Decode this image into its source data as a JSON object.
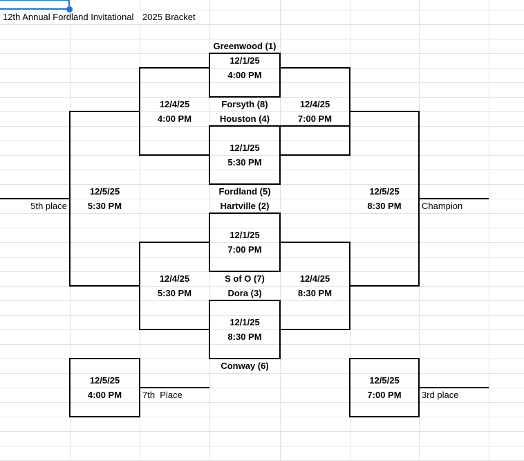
{
  "app": {
    "kind": "spreadsheet",
    "selection": {
      "cell": "A1"
    },
    "accent_color": "#1a73e8",
    "gridline_color": "#e1e1e1",
    "line_color": "#000000"
  },
  "cells": [
    {
      "ref": "A2",
      "col": "A",
      "row": 2,
      "text": "12th Annual Fordland Invitational",
      "bold": false,
      "align": "left",
      "span": 2,
      "bg": true
    },
    {
      "ref": "C2",
      "col": "C",
      "row": 2,
      "text": "2025 Bracket",
      "bold": false,
      "align": "left"
    },
    {
      "ref": "D4",
      "col": "D",
      "row": 4,
      "text": "Greenwood (1)",
      "bold": true,
      "align": "center"
    },
    {
      "ref": "D5",
      "col": "D",
      "row": 5,
      "text": "12/1/25",
      "bold": true,
      "align": "center"
    },
    {
      "ref": "D6",
      "col": "D",
      "row": 6,
      "text": "4:00 PM",
      "bold": true,
      "align": "center"
    },
    {
      "ref": "C8",
      "col": "C",
      "row": 8,
      "text": "12/4/25",
      "bold": true,
      "align": "center"
    },
    {
      "ref": "C9",
      "col": "C",
      "row": 9,
      "text": "4:00 PM",
      "bold": true,
      "align": "center"
    },
    {
      "ref": "D8",
      "col": "D",
      "row": 8,
      "text": "Forsyth (8)",
      "bold": true,
      "align": "center"
    },
    {
      "ref": "D9",
      "col": "D",
      "row": 9,
      "text": "Houston (4)",
      "bold": true,
      "align": "center"
    },
    {
      "ref": "E8",
      "col": "E",
      "row": 8,
      "text": "12/4/25",
      "bold": true,
      "align": "center"
    },
    {
      "ref": "E9",
      "col": "E",
      "row": 9,
      "text": "7:00 PM",
      "bold": true,
      "align": "center"
    },
    {
      "ref": "D11",
      "col": "D",
      "row": 11,
      "text": "12/1/25",
      "bold": true,
      "align": "center"
    },
    {
      "ref": "D12",
      "col": "D",
      "row": 12,
      "text": "5:30 PM",
      "bold": true,
      "align": "center"
    },
    {
      "ref": "D14",
      "col": "D",
      "row": 14,
      "text": "Fordland (5)",
      "bold": true,
      "align": "center"
    },
    {
      "ref": "D15",
      "col": "D",
      "row": 15,
      "text": "Hartville (2)",
      "bold": true,
      "align": "center"
    },
    {
      "ref": "B14",
      "col": "B",
      "row": 14,
      "text": "12/5/25",
      "bold": true,
      "align": "center"
    },
    {
      "ref": "B15",
      "col": "B",
      "row": 15,
      "text": "5:30 PM",
      "bold": true,
      "align": "center"
    },
    {
      "ref": "A15",
      "col": "A",
      "row": 15,
      "text": "5th place",
      "bold": false,
      "align": "right"
    },
    {
      "ref": "F14",
      "col": "F",
      "row": 14,
      "text": "12/5/25",
      "bold": true,
      "align": "center"
    },
    {
      "ref": "F15",
      "col": "F",
      "row": 15,
      "text": "8:30 PM",
      "bold": true,
      "align": "center"
    },
    {
      "ref": "G15",
      "col": "G",
      "row": 15,
      "text": "Champion",
      "bold": false,
      "align": "left"
    },
    {
      "ref": "D17",
      "col": "D",
      "row": 17,
      "text": "12/1/25",
      "bold": true,
      "align": "center"
    },
    {
      "ref": "D18",
      "col": "D",
      "row": 18,
      "text": "7:00 PM",
      "bold": true,
      "align": "center"
    },
    {
      "ref": "C20",
      "col": "C",
      "row": 20,
      "text": "12/4/25",
      "bold": true,
      "align": "center"
    },
    {
      "ref": "C21",
      "col": "C",
      "row": 21,
      "text": "5:30 PM",
      "bold": true,
      "align": "center"
    },
    {
      "ref": "D20",
      "col": "D",
      "row": 20,
      "text": "S of O (7)",
      "bold": true,
      "align": "center"
    },
    {
      "ref": "D21",
      "col": "D",
      "row": 21,
      "text": "Dora (3)",
      "bold": true,
      "align": "center"
    },
    {
      "ref": "E20",
      "col": "E",
      "row": 20,
      "text": "12/4/25",
      "bold": true,
      "align": "center"
    },
    {
      "ref": "E21",
      "col": "E",
      "row": 21,
      "text": "8:30 PM",
      "bold": true,
      "align": "center"
    },
    {
      "ref": "D23",
      "col": "D",
      "row": 23,
      "text": "12/1/25",
      "bold": true,
      "align": "center"
    },
    {
      "ref": "D24",
      "col": "D",
      "row": 24,
      "text": "8:30 PM",
      "bold": true,
      "align": "center"
    },
    {
      "ref": "D26",
      "col": "D",
      "row": 26,
      "text": "Conway (6)",
      "bold": true,
      "align": "center"
    },
    {
      "ref": "B27",
      "col": "B",
      "row": 27,
      "text": "12/5/25",
      "bold": true,
      "align": "center"
    },
    {
      "ref": "B28",
      "col": "B",
      "row": 28,
      "text": "4:00 PM",
      "bold": true,
      "align": "center"
    },
    {
      "ref": "C28",
      "col": "C",
      "row": 28,
      "text": "7th  Place",
      "bold": false,
      "align": "left"
    },
    {
      "ref": "F27",
      "col": "F",
      "row": 27,
      "text": "12/5/25",
      "bold": true,
      "align": "center"
    },
    {
      "ref": "F28",
      "col": "F",
      "row": 28,
      "text": "7:00 PM",
      "bold": true,
      "align": "center"
    },
    {
      "ref": "G28",
      "col": "G",
      "row": 28,
      "text": "3rd place",
      "bold": false,
      "align": "left"
    }
  ]
}
